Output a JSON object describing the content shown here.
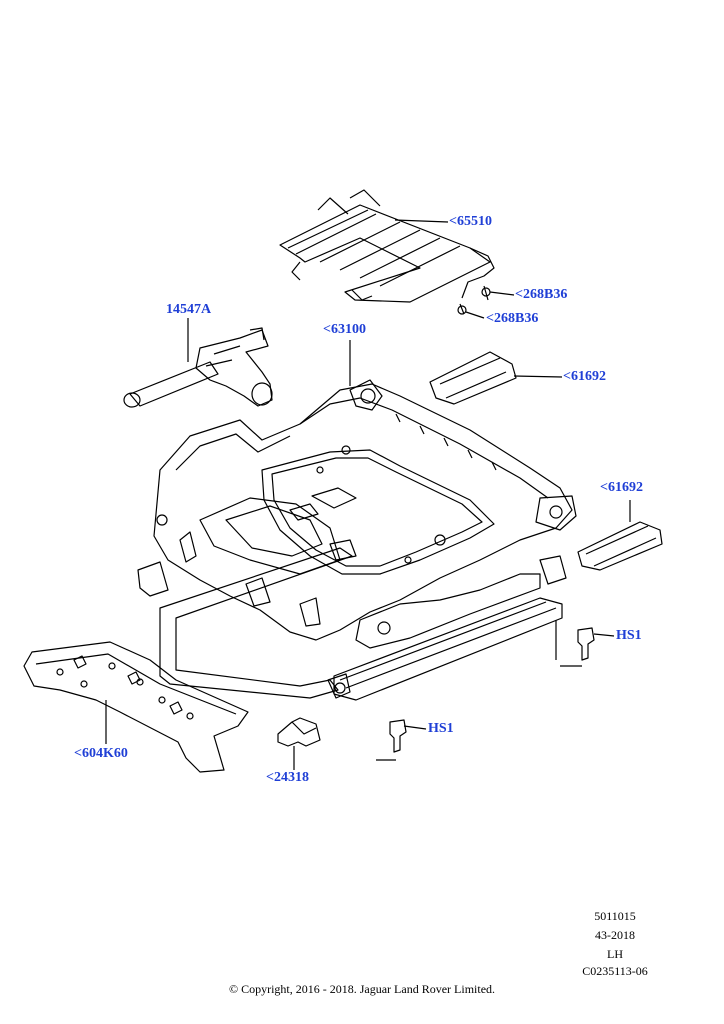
{
  "callouts": {
    "c65510": "<65510",
    "c268B36a": "<268B36",
    "c268B36b": "<268B36",
    "c14547A": "14547A",
    "c63100": "<63100",
    "c61692a": "<61692",
    "c61692b": "<61692",
    "cHS1a": "HS1",
    "cHS1b": "HS1",
    "c604K60": "<604K60",
    "c24318": "<24318"
  },
  "info_block": {
    "line1": "5011015",
    "line2": "43-2018",
    "line3": "LH",
    "line4": "C0235113-06"
  },
  "copyright": "© Copyright, 2016 - 2018. Jaguar Land Rover Limited.",
  "colors": {
    "callout": "#1f3fd6",
    "line_art": "#000000"
  }
}
